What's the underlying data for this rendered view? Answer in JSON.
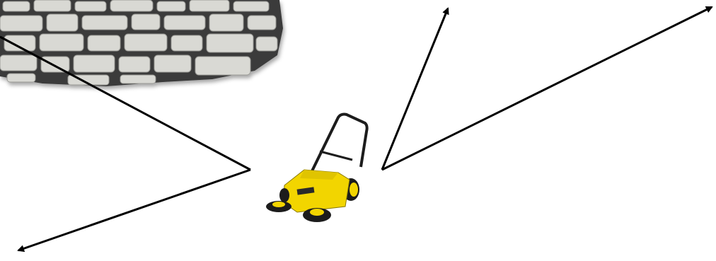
{
  "scene": {
    "background_color": "#ffffff",
    "paving": {
      "icon": "cobblestone-pavement-texture",
      "mortar_color": "#3a3a3a",
      "stone_color": "#d9d9d4",
      "shadow_color": "#9a9a96"
    },
    "sweeper": {
      "icon": "push-sweeper-machine",
      "body_color": "#f2d500",
      "dark_color": "#1c1c1c",
      "label_color": "#2a2a2a"
    },
    "arrows": {
      "color": "#000000",
      "count": 4
    }
  }
}
